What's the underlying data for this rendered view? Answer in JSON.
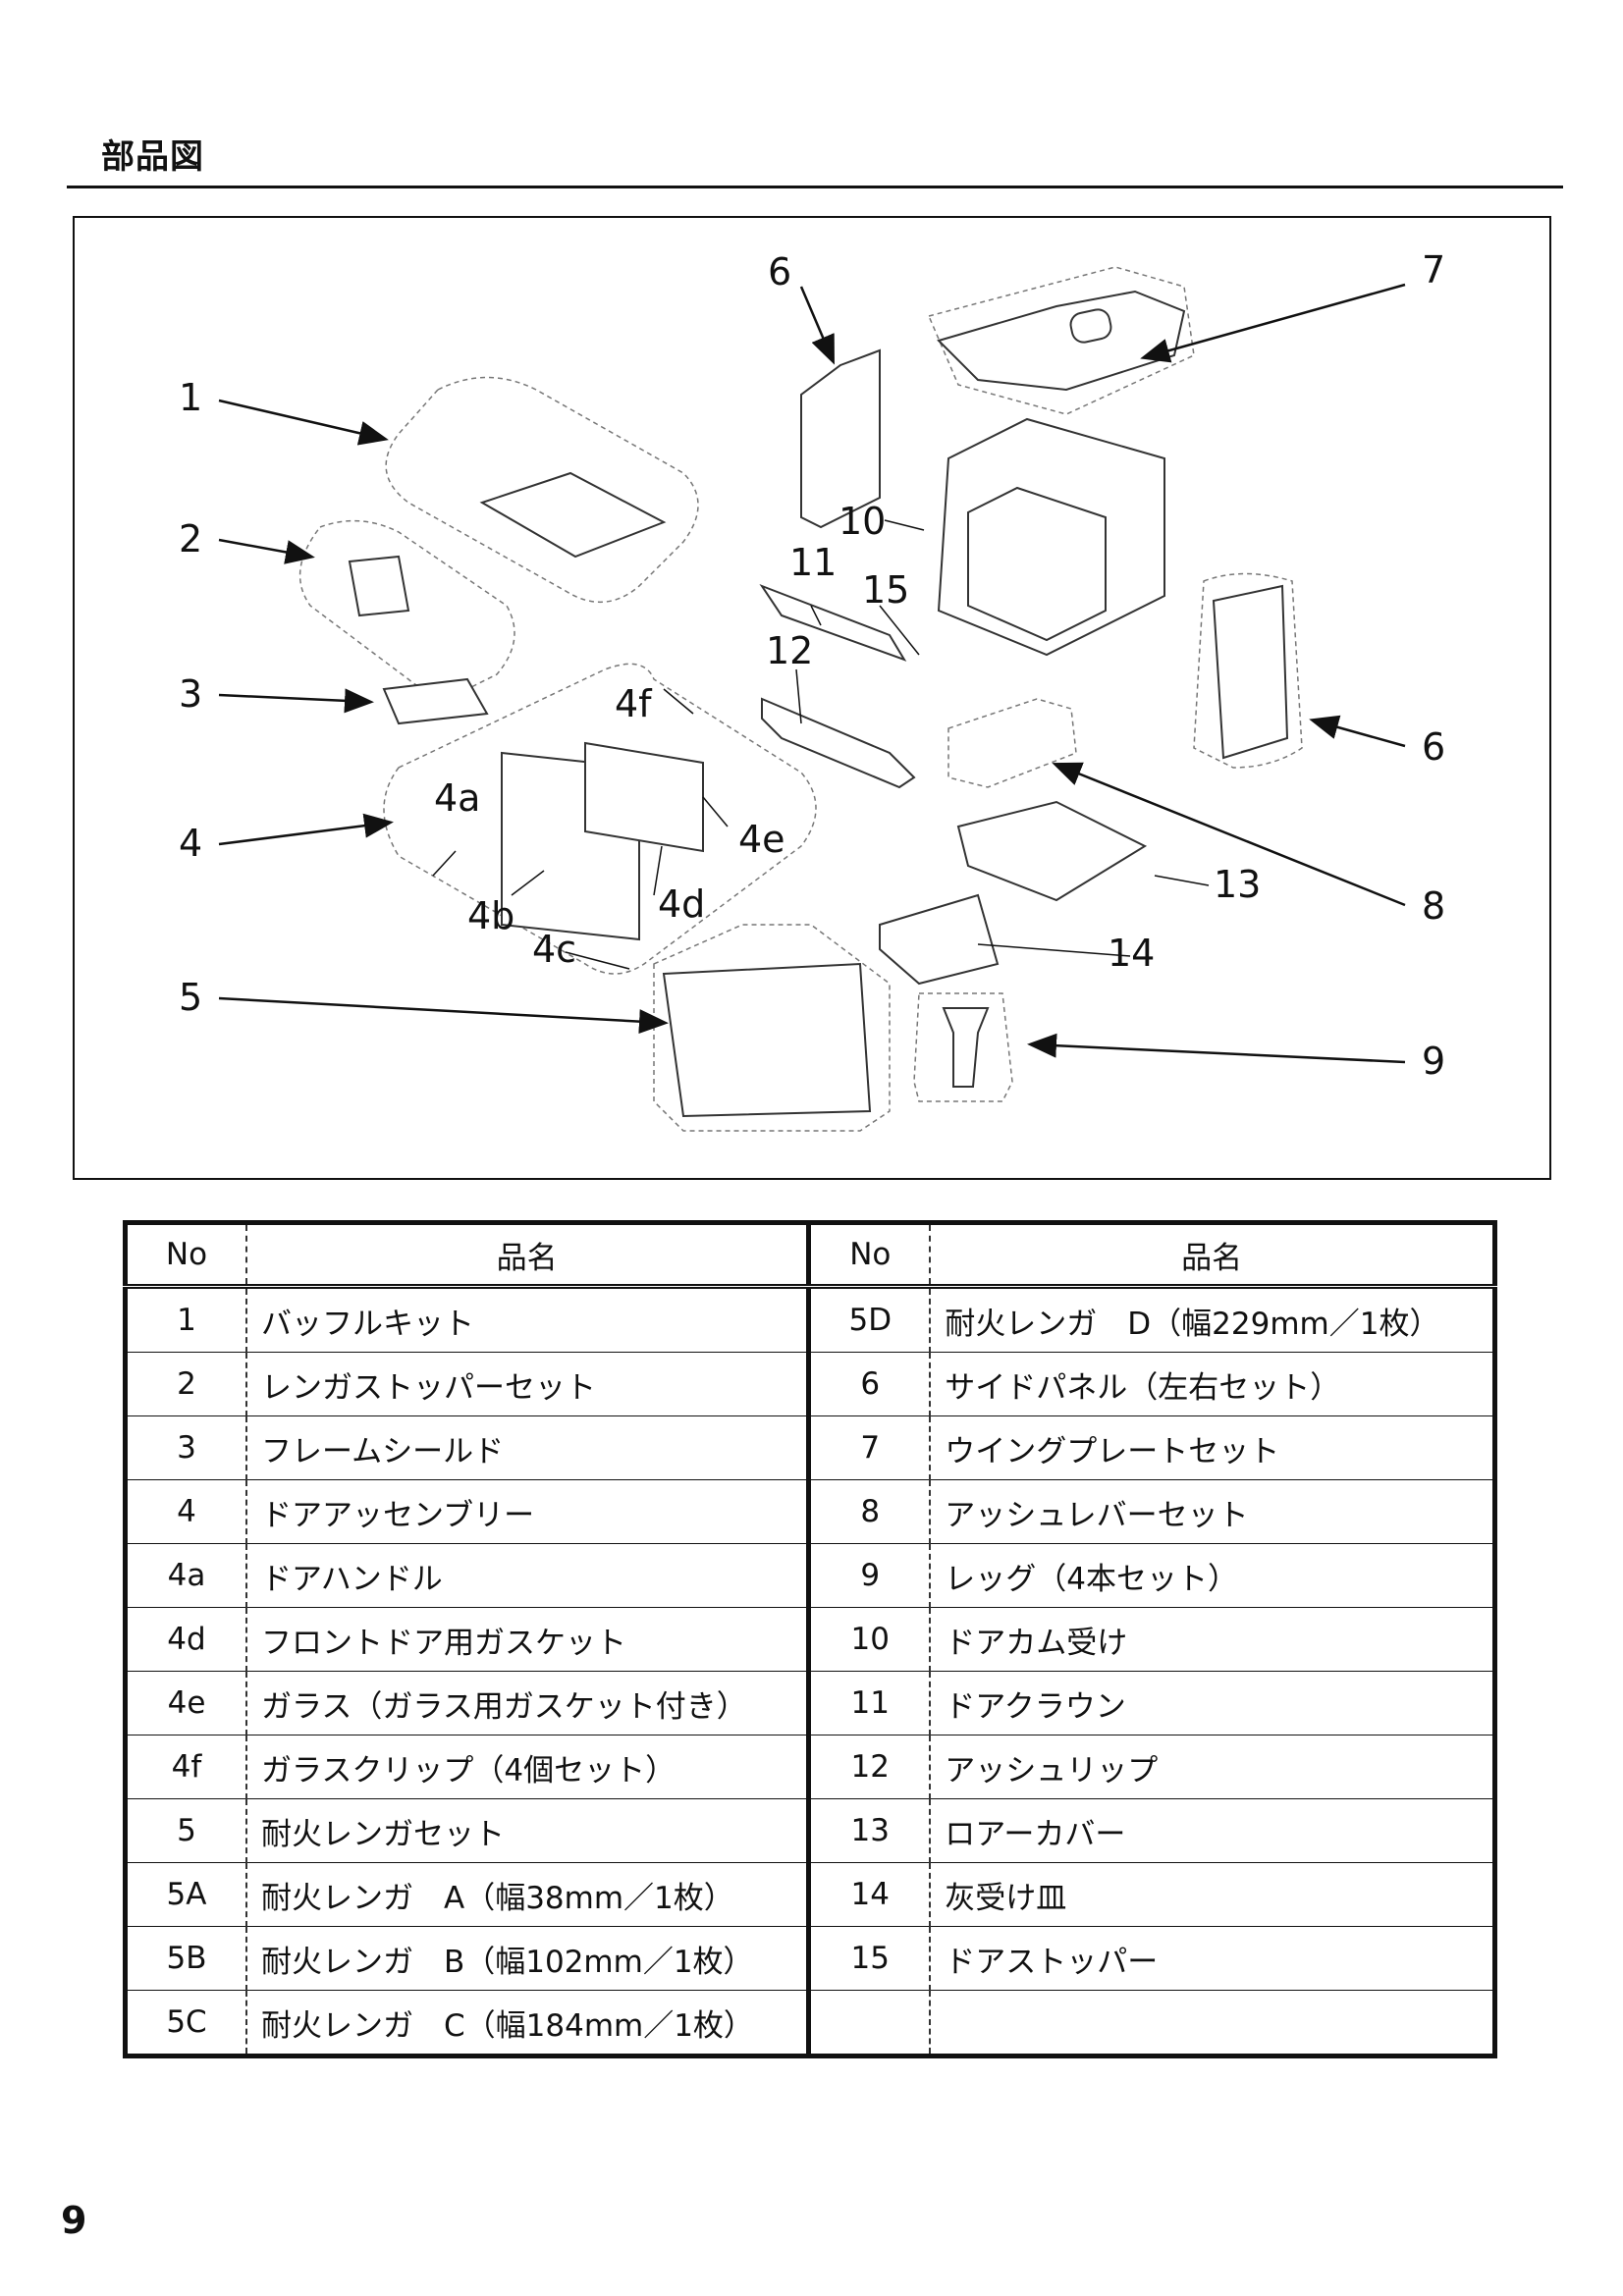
{
  "page": {
    "title": "部品図",
    "page_number": "9"
  },
  "callouts": [
    "1",
    "2",
    "3",
    "4",
    "4a",
    "4b",
    "4c",
    "4d",
    "4e",
    "4f",
    "5",
    "6",
    "7",
    "10",
    "11",
    "12",
    "15",
    "6",
    "8",
    "13",
    "14",
    "9"
  ],
  "table": {
    "headers": {
      "no": "No",
      "name": "品名"
    },
    "left": [
      {
        "no": "1",
        "name": "バッフルキット"
      },
      {
        "no": "2",
        "name": "レンガストッパーセット"
      },
      {
        "no": "3",
        "name": "フレームシールド"
      },
      {
        "no": "4",
        "name": "ドアアッセンブリー"
      },
      {
        "no": "4a",
        "name": "ドアハンドル"
      },
      {
        "no": "4d",
        "name": "フロントドア用ガスケット"
      },
      {
        "no": "4e",
        "name": "ガラス（ガラス用ガスケット付き）"
      },
      {
        "no": "4f",
        "name": "ガラスクリップ（4個セット）"
      },
      {
        "no": "5",
        "name": "耐火レンガセット"
      },
      {
        "no": "5A",
        "name": "耐火レンガ　A（幅38mm／1枚）"
      },
      {
        "no": "5B",
        "name": "耐火レンガ　B（幅102mm／1枚）"
      },
      {
        "no": "5C",
        "name": "耐火レンガ　C（幅184mm／1枚）"
      }
    ],
    "right": [
      {
        "no": "5D",
        "name": "耐火レンガ　D（幅229mm／1枚）"
      },
      {
        "no": "6",
        "name": "サイドパネル（左右セット）"
      },
      {
        "no": "7",
        "name": "ウイングプレートセット"
      },
      {
        "no": "8",
        "name": "アッシュレバーセット"
      },
      {
        "no": "9",
        "name": "レッグ（4本セット）"
      },
      {
        "no": "10",
        "name": "ドアカム受け"
      },
      {
        "no": "11",
        "name": "ドアクラウン"
      },
      {
        "no": "12",
        "name": "アッシュリップ"
      },
      {
        "no": "13",
        "name": "ロアーカバー"
      },
      {
        "no": "14",
        "name": "灰受け皿"
      },
      {
        "no": "15",
        "name": "ドアストッパー"
      },
      {
        "no": "",
        "name": ""
      }
    ]
  }
}
